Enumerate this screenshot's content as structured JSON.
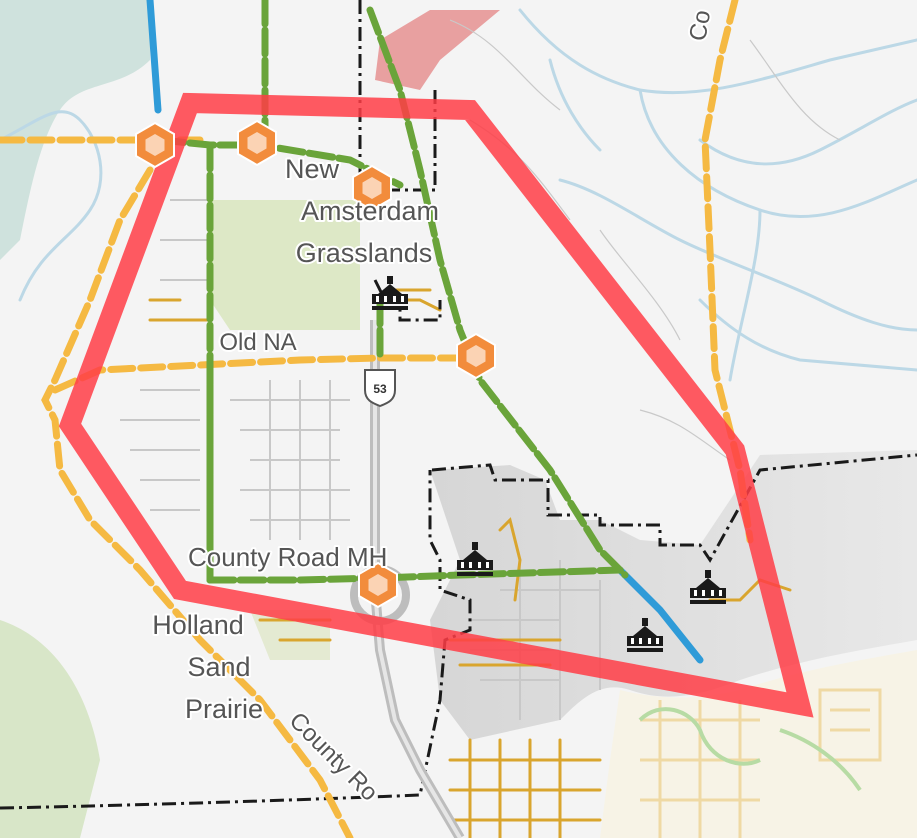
{
  "map": {
    "labels": {
      "place_new_amsterdam_grasslands": [
        "New",
        "Amsterdam",
        "Grasslands"
      ],
      "road_old_na": "Old NA",
      "road_county_road_mh": "County Road MH",
      "place_holland_sand_prairie": [
        "Holland",
        "Sand",
        "Prairie"
      ],
      "road_county_road_southwest": "County Ro",
      "road_county_road_northeast": "Co",
      "highway_shield": "53"
    },
    "legend_colors": {
      "study_area_outline": "#ff3d47",
      "county_road_dashed": "#f5b942",
      "bike_trail_green": "#6aa43a",
      "water_trail_blue": "#2f9bd8",
      "local_street_orange": "#d9a52e",
      "park_area": "#dde8c6",
      "wetland_area": "#cfe2dd",
      "river": "#bcd8e6",
      "municipal_boundary": "#1a1a1a",
      "trailhead_marker": "#f28c3c"
    },
    "icons": [
      "trailhead-marker-icon",
      "school-building-icon",
      "highway-shield-icon"
    ]
  }
}
